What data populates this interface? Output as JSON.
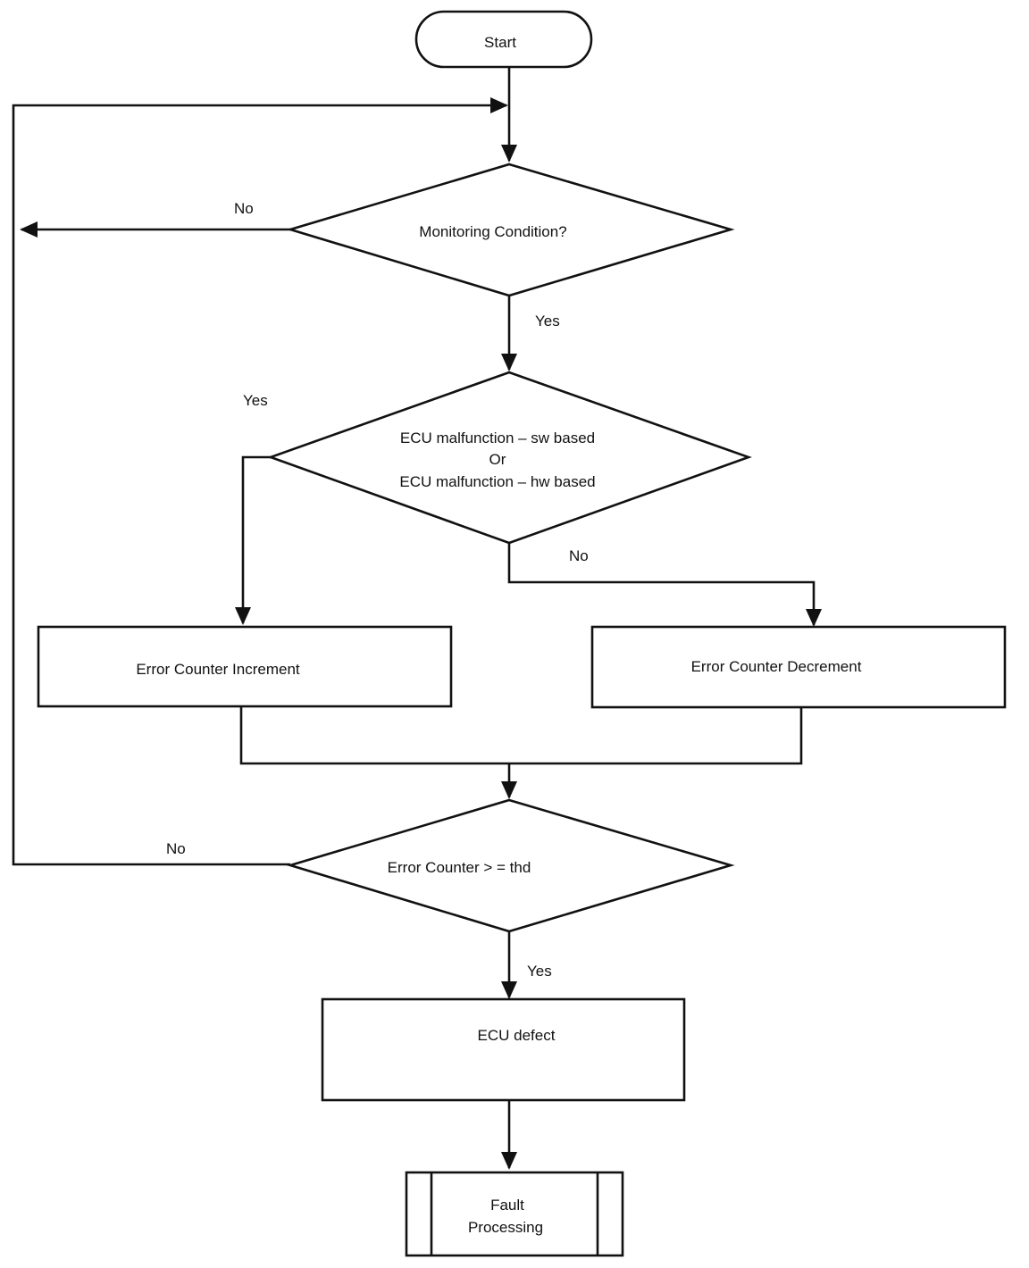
{
  "nodes": {
    "start": "Start",
    "monitoring": "Monitoring Condition?",
    "malfunction_line1": "ECU malfunction – sw based",
    "malfunction_line2": "Or",
    "malfunction_line3": "ECU malfunction – hw based",
    "increment": "Error Counter Increment",
    "decrement": "Error Counter Decrement",
    "threshold": "Error Counter > = thd",
    "defect": "ECU defect",
    "fault_line1": "Fault",
    "fault_line2": "Processing"
  },
  "edges": {
    "monitoring_no": "No",
    "monitoring_yes": "Yes",
    "malfunction_yes": "Yes",
    "malfunction_no": "No",
    "threshold_no": "No",
    "threshold_yes": "Yes"
  }
}
